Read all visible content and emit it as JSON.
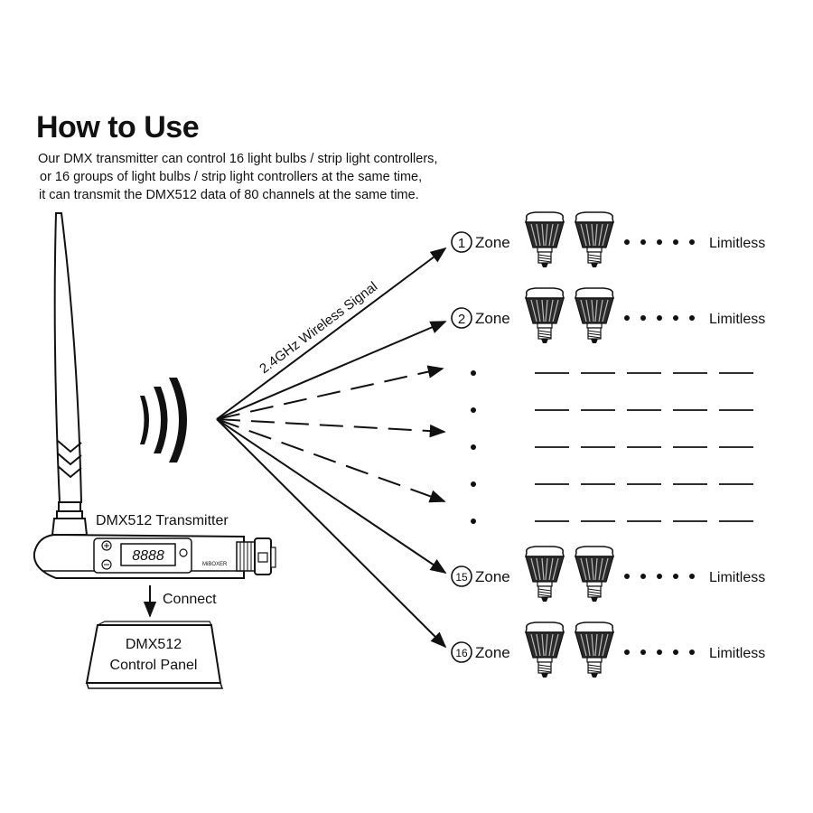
{
  "title": "How to Use",
  "description": [
    "Our DMX transmitter can control 16 light bulbs / strip light controllers,",
    "or 16 groups of light bulbs / strip light controllers at the same time,",
    "it can transmit the DMX512 data of 80 channels at the same time."
  ],
  "signal_label": "2.4GHz Wireless Signal",
  "transmitter_label": "DMX512 Transmitter",
  "display_text": "8888",
  "transmitter_brand": "MiBOXER",
  "connect_label": "Connect",
  "control_panel": {
    "line1": "DMX512",
    "line2": "Control Panel"
  },
  "zones": [
    {
      "number": "1",
      "label": "Zone",
      "suffix": "Limitless"
    },
    {
      "number": "2",
      "label": "Zone",
      "suffix": "Limitless"
    },
    {
      "number": "15",
      "label": "Zone",
      "suffix": "Limitless"
    },
    {
      "number": "16",
      "label": "Zone",
      "suffix": "Limitless"
    }
  ]
}
